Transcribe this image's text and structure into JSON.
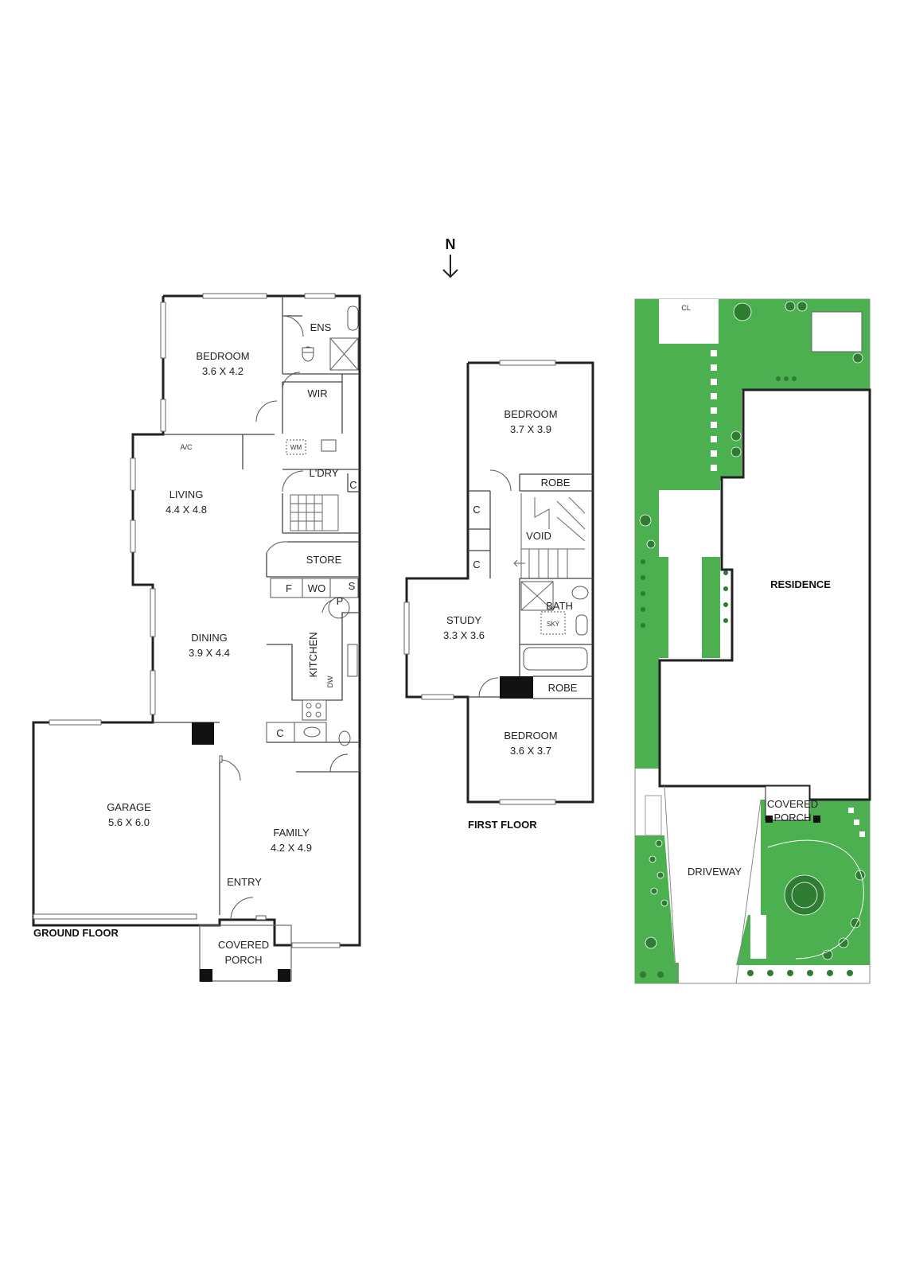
{
  "compass": {
    "north_label": "N",
    "arrow_icon": "arrow-down-icon"
  },
  "ground_floor": {
    "title": "GROUND FLOOR",
    "rooms": {
      "bedroom": {
        "name": "BEDROOM",
        "dims": "3.6 X 4.2"
      },
      "ens": "ENS",
      "wir": "WIR",
      "ac": "A/C",
      "wm": "WM",
      "laundry": "L'DRY",
      "laundry_cupboard": "C",
      "living": {
        "name": "LIVING",
        "dims": "4.4 X 4.8"
      },
      "store": "STORE",
      "fridge": "F",
      "wall_oven": "WO",
      "s": "S",
      "pantry": "P",
      "dining": {
        "name": "DINING",
        "dims": "3.9 X 4.4"
      },
      "kitchen": "KITCHEN",
      "dishwasher": "DW",
      "kitchen_cupboard": "C",
      "garage": {
        "name": "GARAGE",
        "dims": "5.6 X 6.0"
      },
      "family": {
        "name": "FAMILY",
        "dims": "4.2 X 4.9"
      },
      "entry": "ENTRY",
      "porch": {
        "line1": "COVERED",
        "line2": "PORCH"
      }
    }
  },
  "first_floor": {
    "title": "FIRST FLOOR",
    "rooms": {
      "bedroom1": {
        "name": "BEDROOM",
        "dims": "3.7 X 3.9"
      },
      "robe1": "ROBE",
      "cupboard1": "C",
      "cupboard2": "C",
      "void": "VOID",
      "study": {
        "name": "STUDY",
        "dims": "3.3 X 3.6"
      },
      "bath": "BATH",
      "sky": "SKY",
      "robe2": "ROBE",
      "bedroom2": {
        "name": "BEDROOM",
        "dims": "3.6 X 3.7"
      }
    }
  },
  "site_plan": {
    "cl": "CL",
    "residence": "RESIDENCE",
    "covered_porch": {
      "line1": "COVERED",
      "line2": "PORCH"
    },
    "driveway": "DRIVEWAY"
  },
  "colors": {
    "lawn": "#4caf50",
    "lawn_dark": "#3f9a43",
    "wall": "#222222"
  }
}
